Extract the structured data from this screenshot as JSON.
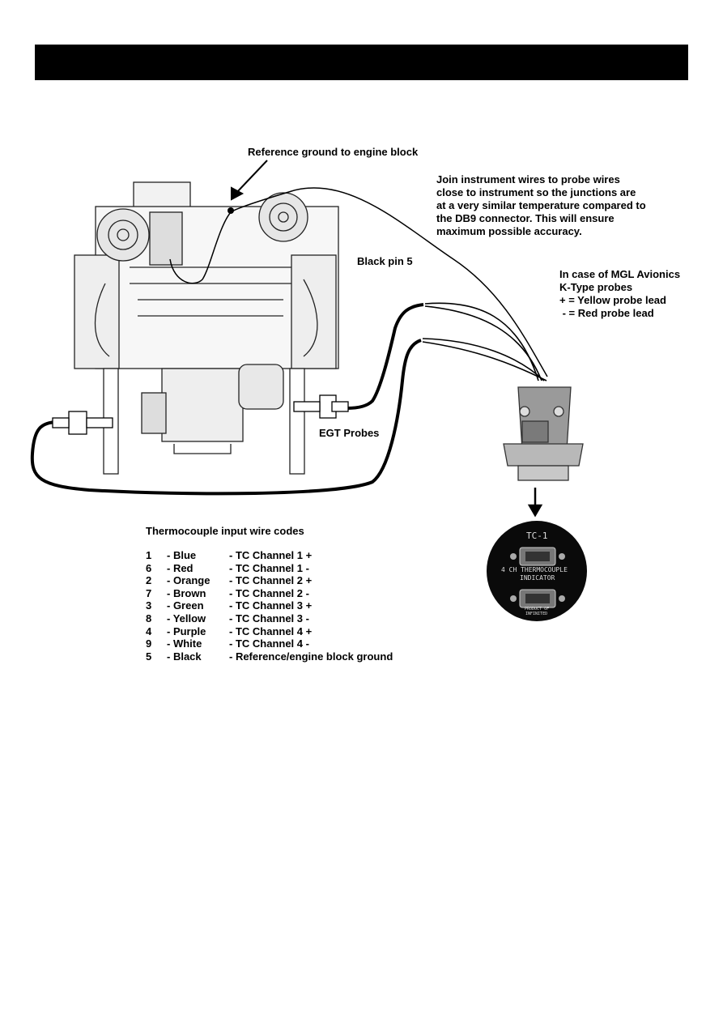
{
  "labels": {
    "reference_ground": "Reference ground to engine block",
    "join_note": [
      "Join instrument wires to probe wires",
      "close to instrument so the junctions are",
      "at a very similar temperature compared to",
      "the DB9 connector. This will ensure",
      "maximum possible accuracy."
    ],
    "black_pin": "Black pin 5",
    "mgl_note": [
      "In case of MGL Avionics",
      "K-Type probes",
      "+ = Yellow probe lead",
      " - = Red probe lead"
    ],
    "egt_probes": "EGT Probes"
  },
  "instrument": {
    "model": "TC-1",
    "line1": "4 CH THERMOCOUPLE",
    "line2": "INDICATOR",
    "maker1": "PRODUCT OF",
    "maker2": "INFINITED"
  },
  "wire_codes": {
    "title": "Thermocouple input wire codes",
    "rows": [
      {
        "pin": "1",
        "color": "- Blue",
        "function": "- TC Channel 1 +"
      },
      {
        "pin": "6",
        "color": "- Red",
        "function": "- TC Channel 1 -"
      },
      {
        "pin": "2",
        "color": "- Orange",
        "function": "- TC Channel 2 +"
      },
      {
        "pin": "7",
        "color": "- Brown",
        "function": "- TC Channel 2 -"
      },
      {
        "pin": "3",
        "color": "- Green",
        "function": "- TC Channel 3 +"
      },
      {
        "pin": "8",
        "color": "- Yellow",
        "function": "- TC Channel 3 -"
      },
      {
        "pin": "4",
        "color": "- Purple",
        "function": "- TC Channel 4 +"
      },
      {
        "pin": "9",
        "color": "- White",
        "function": "- TC Channel 4 -"
      },
      {
        "pin": "5",
        "color": "- Black",
        "function": "- Reference/engine block ground"
      }
    ]
  }
}
